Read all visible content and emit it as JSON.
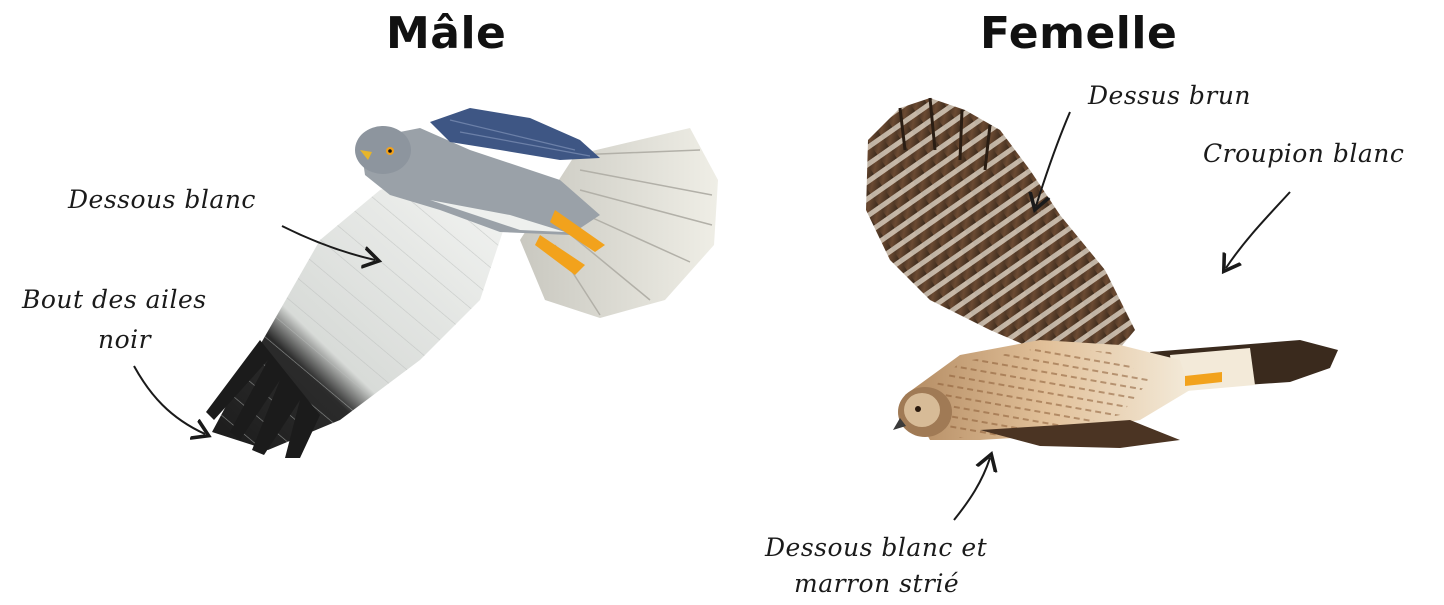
{
  "panels": {
    "male": {
      "title": "Mâle",
      "notes": {
        "underside": "Dessous blanc",
        "wingtips_line1": "Bout des ailes",
        "wingtips_line2": "noir"
      }
    },
    "female": {
      "title": "Femelle",
      "notes": {
        "upperside": "Dessus brun",
        "rump": "Croupion blanc",
        "underside_line1": "Dessous blanc et",
        "underside_line2": "marron strié"
      }
    }
  },
  "colors": {
    "male_gray": "#8d959e",
    "male_blue": "#3e5684",
    "male_white": "#eef0ee",
    "wingtip_black": "#1b1b1b",
    "female_brown": "#5a3e2a",
    "female_buff": "#d9b48c",
    "legs_yellow": "#f2a21c"
  }
}
